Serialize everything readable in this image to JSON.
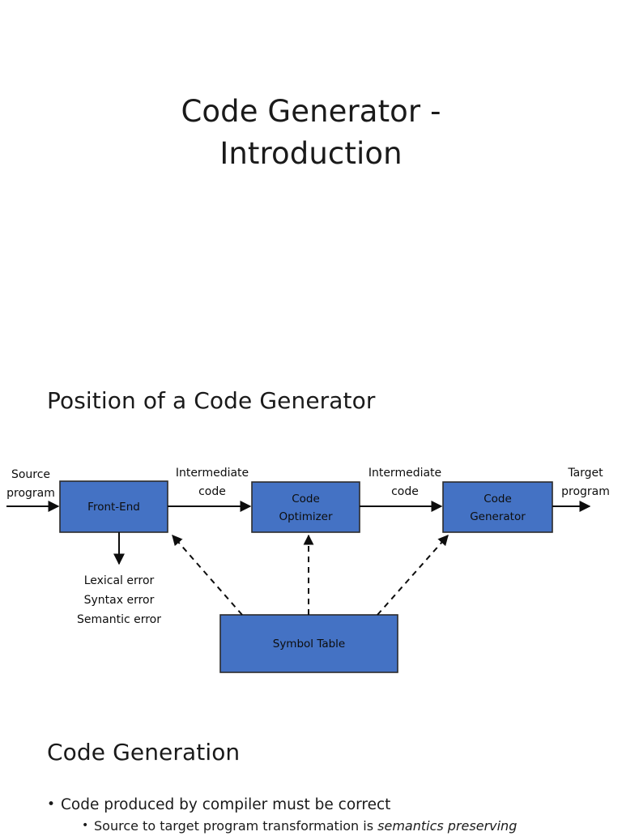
{
  "slide": {
    "title": "Code Generator -\nIntroduction",
    "sections": {
      "position_heading": "Position of a Code Generator",
      "generation_heading": "Code Generation"
    }
  },
  "diagram": {
    "name": "compiler-back-end-pipeline",
    "accent_color": "#4472C4",
    "border_color": "#2b2b2b",
    "boxes": [
      {
        "id": "front-end",
        "label": "Front-End"
      },
      {
        "id": "code-optimizer",
        "label_line1": "Code",
        "label_line2": "Optimizer"
      },
      {
        "id": "code-generator",
        "label_line1": "Code",
        "label_line2": "Generator"
      },
      {
        "id": "symbol-table",
        "label": "Symbol Table"
      }
    ],
    "edge_labels": {
      "source_program_line1": "Source",
      "source_program_line2": "program",
      "intermediate_code_1_line1": "Intermediate",
      "intermediate_code_1_line2": "code",
      "intermediate_code_2_line1": "Intermediate",
      "intermediate_code_2_line2": "code",
      "target_program_line1": "Target",
      "target_program_line2": "program"
    },
    "errors": [
      "Lexical error",
      "Syntax error",
      "Semantic error"
    ]
  },
  "bullets": {
    "level1": "Code produced by compiler must be correct",
    "level2_prefix": "Source to target program transformation is ",
    "level2_emphasis": "semantics preserving"
  }
}
